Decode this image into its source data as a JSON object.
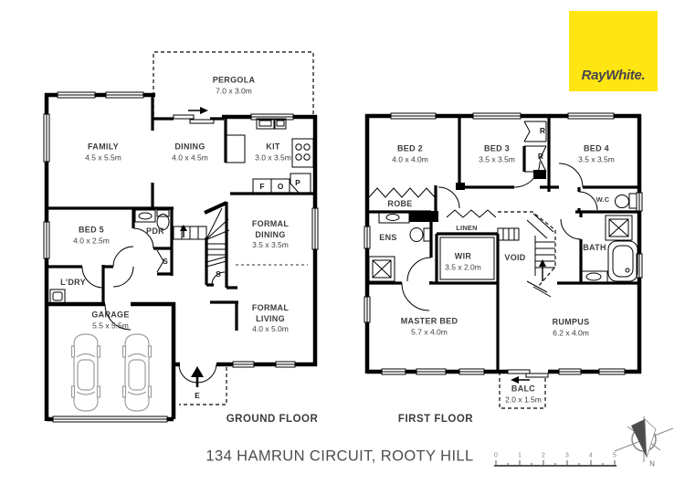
{
  "brand": {
    "logo": "RayWhite."
  },
  "title": "134 HAMRUN CIRCUIT, ROOTY HILL",
  "colors": {
    "brand_yellow": "#FFE512",
    "logo_text": "#45454E",
    "wall": "#000000",
    "label_text": "#3D3D3D"
  },
  "floors": {
    "ground": {
      "label": "GROUND FLOOR",
      "rooms": {
        "pergola": {
          "name": "PERGOLA",
          "dims": "7.0 x 3.0m"
        },
        "family": {
          "name": "FAMILY",
          "dims": "4.5 x 5.5m"
        },
        "dining": {
          "name": "DINING",
          "dims": "4.0 x 4.5m"
        },
        "kit": {
          "name": "KIT",
          "dims": "3.0 x 3.5m"
        },
        "bed5": {
          "name": "BED 5",
          "dims": "4.0 x 2.5m"
        },
        "pdr": {
          "name": "PDR",
          "dims": ""
        },
        "formal_dining": {
          "name": "FORMAL DINING",
          "dims": "3.5 x 3.5m"
        },
        "formal_living": {
          "name": "FORMAL LIVING",
          "dims": "4.0 x 5.0m"
        },
        "ldry": {
          "name": "L'DRY",
          "dims": ""
        },
        "garage": {
          "name": "GARAGE",
          "dims": "5.5 x 5.5m"
        }
      },
      "markers": {
        "fridge": "F",
        "oven": "O",
        "pantry": "P",
        "store_hall": "S",
        "store_stairs": "S",
        "entry": "E"
      }
    },
    "first": {
      "label": "FIRST FLOOR",
      "rooms": {
        "bed2": {
          "name": "BED 2",
          "dims": "4.0 x 4.0m"
        },
        "bed3": {
          "name": "BED 3",
          "dims": "3.5 x 3.5m"
        },
        "bed4": {
          "name": "BED 4",
          "dims": "3.5 x 3.5m"
        },
        "robe": {
          "name": "ROBE",
          "dims": ""
        },
        "ens": {
          "name": "ENS",
          "dims": ""
        },
        "linen": {
          "name": "LINEN",
          "dims": ""
        },
        "wir": {
          "name": "WIR",
          "dims": "3.5 x 2.0m"
        },
        "void": {
          "name": "VOID",
          "dims": ""
        },
        "wc": {
          "name": "W.C",
          "dims": ""
        },
        "bath": {
          "name": "BATH",
          "dims": ""
        },
        "master": {
          "name": "MASTER BED",
          "dims": "5.7 x 4.0m"
        },
        "rumpus": {
          "name": "RUMPUS",
          "dims": "6.2 x 4.0m"
        },
        "balc": {
          "name": "BALC",
          "dims": "2.0 x 1.5m"
        }
      },
      "markers": {
        "robe_a": "R",
        "robe_b": "R"
      }
    }
  },
  "scale_bar": {
    "labels": [
      "0",
      "1",
      "2",
      "3",
      "4",
      "5"
    ]
  },
  "compass": {
    "north": "N"
  }
}
